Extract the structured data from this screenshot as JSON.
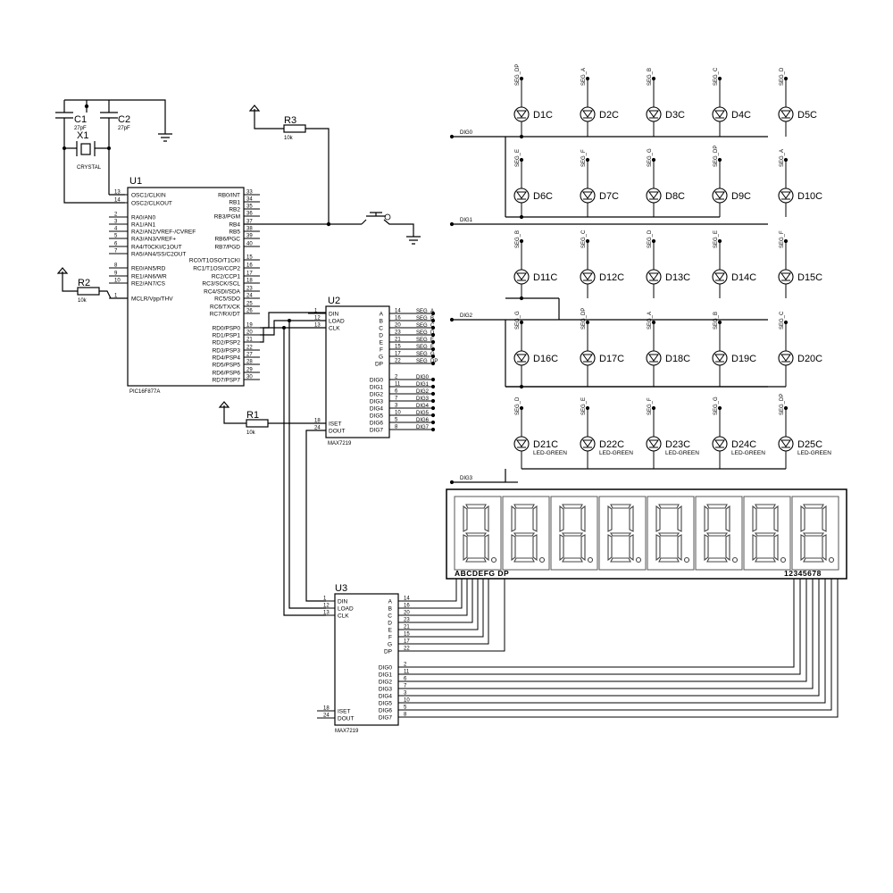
{
  "crystal": {
    "c1_ref": "C1",
    "c1_val": "27pF",
    "c2_ref": "C2",
    "c2_val": "27pF",
    "x1_ref": "X1",
    "x1_val": "CRYSTAL"
  },
  "u1": {
    "ref": "U1",
    "part": "PIC16F877A",
    "left_pins": [
      {
        "num": "13",
        "name": "OSC1/CLKIN"
      },
      {
        "num": "14",
        "name": "OSC2/CLKOUT"
      },
      {
        "num": "2",
        "name": "RA0/AN0"
      },
      {
        "num": "3",
        "name": "RA1/AN1"
      },
      {
        "num": "4",
        "name": "RA2/AN2/VREF-/CVREF"
      },
      {
        "num": "5",
        "name": "RA3/AN3/VREF+"
      },
      {
        "num": "6",
        "name": "RA4/T0CKI/C1OUT"
      },
      {
        "num": "7",
        "name": "RA5/AN4/SS/C2OUT"
      },
      {
        "num": "8",
        "name": "RE0/AN5/RD"
      },
      {
        "num": "9",
        "name": "RE1/AN6/WR"
      },
      {
        "num": "10",
        "name": "RE2/AN7/CS"
      },
      {
        "num": "1",
        "name": "MCLR/Vpp/THV"
      }
    ],
    "right_pins": [
      {
        "num": "33",
        "name": "RB0/INT"
      },
      {
        "num": "34",
        "name": "RB1"
      },
      {
        "num": "35",
        "name": "RB2"
      },
      {
        "num": "36",
        "name": "RB3/PGM"
      },
      {
        "num": "37",
        "name": "RB4"
      },
      {
        "num": "38",
        "name": "RB5"
      },
      {
        "num": "39",
        "name": "RB6/PGC"
      },
      {
        "num": "40",
        "name": "RB7/PGD"
      },
      {
        "num": "15",
        "name": "RC0/T1OSO/T1CKI"
      },
      {
        "num": "16",
        "name": "RC1/T1OSI/CCP2"
      },
      {
        "num": "17",
        "name": "RC2/CCP1"
      },
      {
        "num": "18",
        "name": "RC3/SCK/SCL"
      },
      {
        "num": "23",
        "name": "RC4/SDI/SDA"
      },
      {
        "num": "24",
        "name": "RC5/SDO"
      },
      {
        "num": "25",
        "name": "RC6/TX/CK"
      },
      {
        "num": "26",
        "name": "RC7/RX/DT"
      },
      {
        "num": "19",
        "name": "RD0/PSP0"
      },
      {
        "num": "20",
        "name": "RD1/PSP1"
      },
      {
        "num": "21",
        "name": "RD2/PSP2"
      },
      {
        "num": "22",
        "name": "RD3/PSP3"
      },
      {
        "num": "27",
        "name": "RD4/PSP4"
      },
      {
        "num": "28",
        "name": "RD5/PSP5"
      },
      {
        "num": "29",
        "name": "RD6/PSP6"
      },
      {
        "num": "30",
        "name": "RD7/PSP7"
      }
    ]
  },
  "resistors": [
    {
      "ref": "R3",
      "val": "10k"
    },
    {
      "ref": "R2",
      "val": "10k"
    },
    {
      "ref": "R1",
      "val": "10k"
    }
  ],
  "max": {
    "u2_ref": "U2",
    "u3_ref": "U3",
    "part": "MAX7219",
    "left_pins": [
      {
        "num": "1",
        "name": "DIN"
      },
      {
        "num": "12",
        "name": "LOAD"
      },
      {
        "num": "13",
        "name": "CLK"
      }
    ],
    "bottom_left_pins": [
      {
        "num": "18",
        "name": "ISET"
      },
      {
        "num": "24",
        "name": "DOUT"
      }
    ],
    "seg_pins": [
      {
        "num": "14",
        "name": "A"
      },
      {
        "num": "16",
        "name": "B"
      },
      {
        "num": "20",
        "name": "C"
      },
      {
        "num": "23",
        "name": "D"
      },
      {
        "num": "21",
        "name": "E"
      },
      {
        "num": "15",
        "name": "F"
      },
      {
        "num": "17",
        "name": "G"
      },
      {
        "num": "22",
        "name": "DP"
      }
    ],
    "dig_pins": [
      {
        "num": "2",
        "name": "DIG0"
      },
      {
        "num": "11",
        "name": "DIG1"
      },
      {
        "num": "6",
        "name": "DIG2"
      },
      {
        "num": "7",
        "name": "DIG3"
      },
      {
        "num": "3",
        "name": "DIG4"
      },
      {
        "num": "10",
        "name": "DIG5"
      },
      {
        "num": "5",
        "name": "DIG6"
      },
      {
        "num": "8",
        "name": "DIG7"
      }
    ],
    "u2_seg_nets": [
      "SEG_A",
      "SEG_B",
      "SEG_C",
      "SEG_D",
      "SEG_E",
      "SEG_F",
      "SEG_G",
      "SEG_DP"
    ],
    "u2_dig_nets": [
      "DIG0",
      "DIG1",
      "DIG2",
      "DIG3",
      "DIG4",
      "DIG5",
      "DIG6",
      "DIG7"
    ]
  },
  "led_rows": [
    {
      "net": "DIG0",
      "leds": [
        {
          "ref": "D1C",
          "seg": "SEG_DP"
        },
        {
          "ref": "D2C",
          "seg": "SEG_A"
        },
        {
          "ref": "D3C",
          "seg": "SEG_B"
        },
        {
          "ref": "D4C",
          "seg": "SEG_C"
        },
        {
          "ref": "D5C",
          "seg": "SEG_D"
        }
      ]
    },
    {
      "net": "DIG1",
      "leds": [
        {
          "ref": "D6C",
          "seg": "SEG_E"
        },
        {
          "ref": "D7C",
          "seg": "SEG_F"
        },
        {
          "ref": "D8C",
          "seg": "SEG_G"
        },
        {
          "ref": "D9C",
          "seg": "SEG_DP"
        },
        {
          "ref": "D10C",
          "seg": "SEG_A"
        }
      ]
    },
    {
      "net": "DIG2",
      "leds": [
        {
          "ref": "D11C",
          "seg": "SEG_B"
        },
        {
          "ref": "D12C",
          "seg": "SEG_C"
        },
        {
          "ref": "D13C",
          "seg": "SEG_D"
        },
        {
          "ref": "D14C",
          "seg": "SEG_E"
        },
        {
          "ref": "D15C",
          "seg": "SEG_F"
        }
      ]
    },
    {
      "net": "",
      "leds": [
        {
          "ref": "D16C",
          "seg": "SEG_G"
        },
        {
          "ref": "D17C",
          "seg": "SEG_DP"
        },
        {
          "ref": "D18C",
          "seg": "SEG_A"
        },
        {
          "ref": "D19C",
          "seg": "SEG_B"
        },
        {
          "ref": "D20C",
          "seg": "SEG_C"
        }
      ]
    },
    {
      "net": "DIG3",
      "leds": [
        {
          "ref": "D21C",
          "seg": "SEG_D",
          "val": "LED-GREEN"
        },
        {
          "ref": "D22C",
          "seg": "SEG_E",
          "val": "LED-GREEN"
        },
        {
          "ref": "D23C",
          "seg": "SEG_F",
          "val": "LED-GREEN"
        },
        {
          "ref": "D24C",
          "seg": "SEG_G",
          "val": "LED-GREEN"
        },
        {
          "ref": "D25C",
          "seg": "SEG_DP",
          "val": "LED-GREEN"
        }
      ]
    }
  ],
  "display": {
    "seg_label": "ABCDEFG  DP",
    "dig_label": "12345678",
    "digits": 8
  }
}
